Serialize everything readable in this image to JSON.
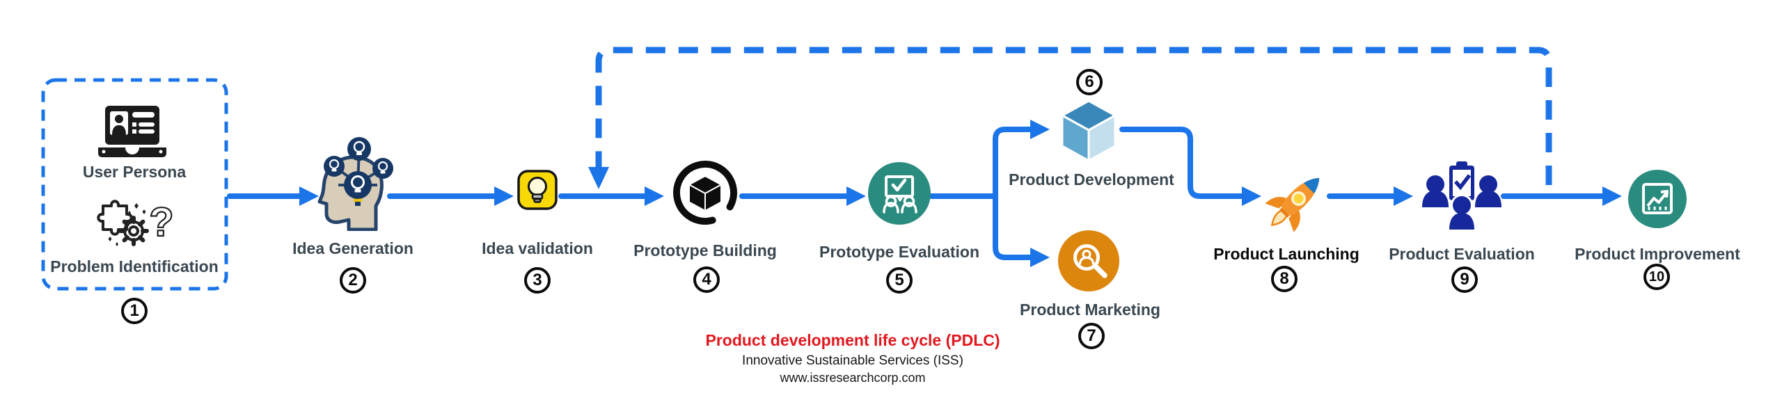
{
  "footer": {
    "title": "Product development life cycle (PDLC)",
    "organization": "Innovative Sustainable Services (ISS)",
    "website": "www.issresearchcorp.com"
  },
  "group": {
    "number": "1",
    "items": [
      {
        "label": "User Persona",
        "icon": "laptop-profile-icon"
      },
      {
        "label": "Problem Identification",
        "icon": "puzzle-gear-question-icon"
      }
    ]
  },
  "stages": [
    {
      "number": "2",
      "label": "Idea Generation",
      "icon": "head-lightbulbs-icon"
    },
    {
      "number": "3",
      "label": "Idea validation",
      "icon": "lightbulb-badge-icon"
    },
    {
      "number": "4",
      "label": "Prototype Building",
      "icon": "cube-ring-icon"
    },
    {
      "number": "5",
      "label": "Prototype Evaluation",
      "icon": "team-checkboard-icon"
    },
    {
      "number": "6",
      "label": "Product Development",
      "icon": "blue-cube-icon"
    },
    {
      "number": "7",
      "label": "Product Marketing",
      "icon": "magnifier-person-icon"
    },
    {
      "number": "8",
      "label": "Product Launching",
      "icon": "rocket-icon"
    },
    {
      "number": "9",
      "label": "Product Evaluation",
      "icon": "team-clipboard-icon"
    },
    {
      "number": "10",
      "label": "Product Improvement",
      "icon": "growth-chart-icon"
    }
  ],
  "colors": {
    "arrow_blue": "#1B74E8",
    "teal": "#2A8C7E",
    "orange": "#DC860E",
    "navy": "#173864",
    "royal_blue": "#16289B",
    "yellow_badge": "#F8D908",
    "title_red": "#E1181E",
    "label_gray": "#3A4750",
    "cube_top": "#3A87B9",
    "cube_left": "#5FA7CE",
    "cube_right": "#C3DEED"
  }
}
